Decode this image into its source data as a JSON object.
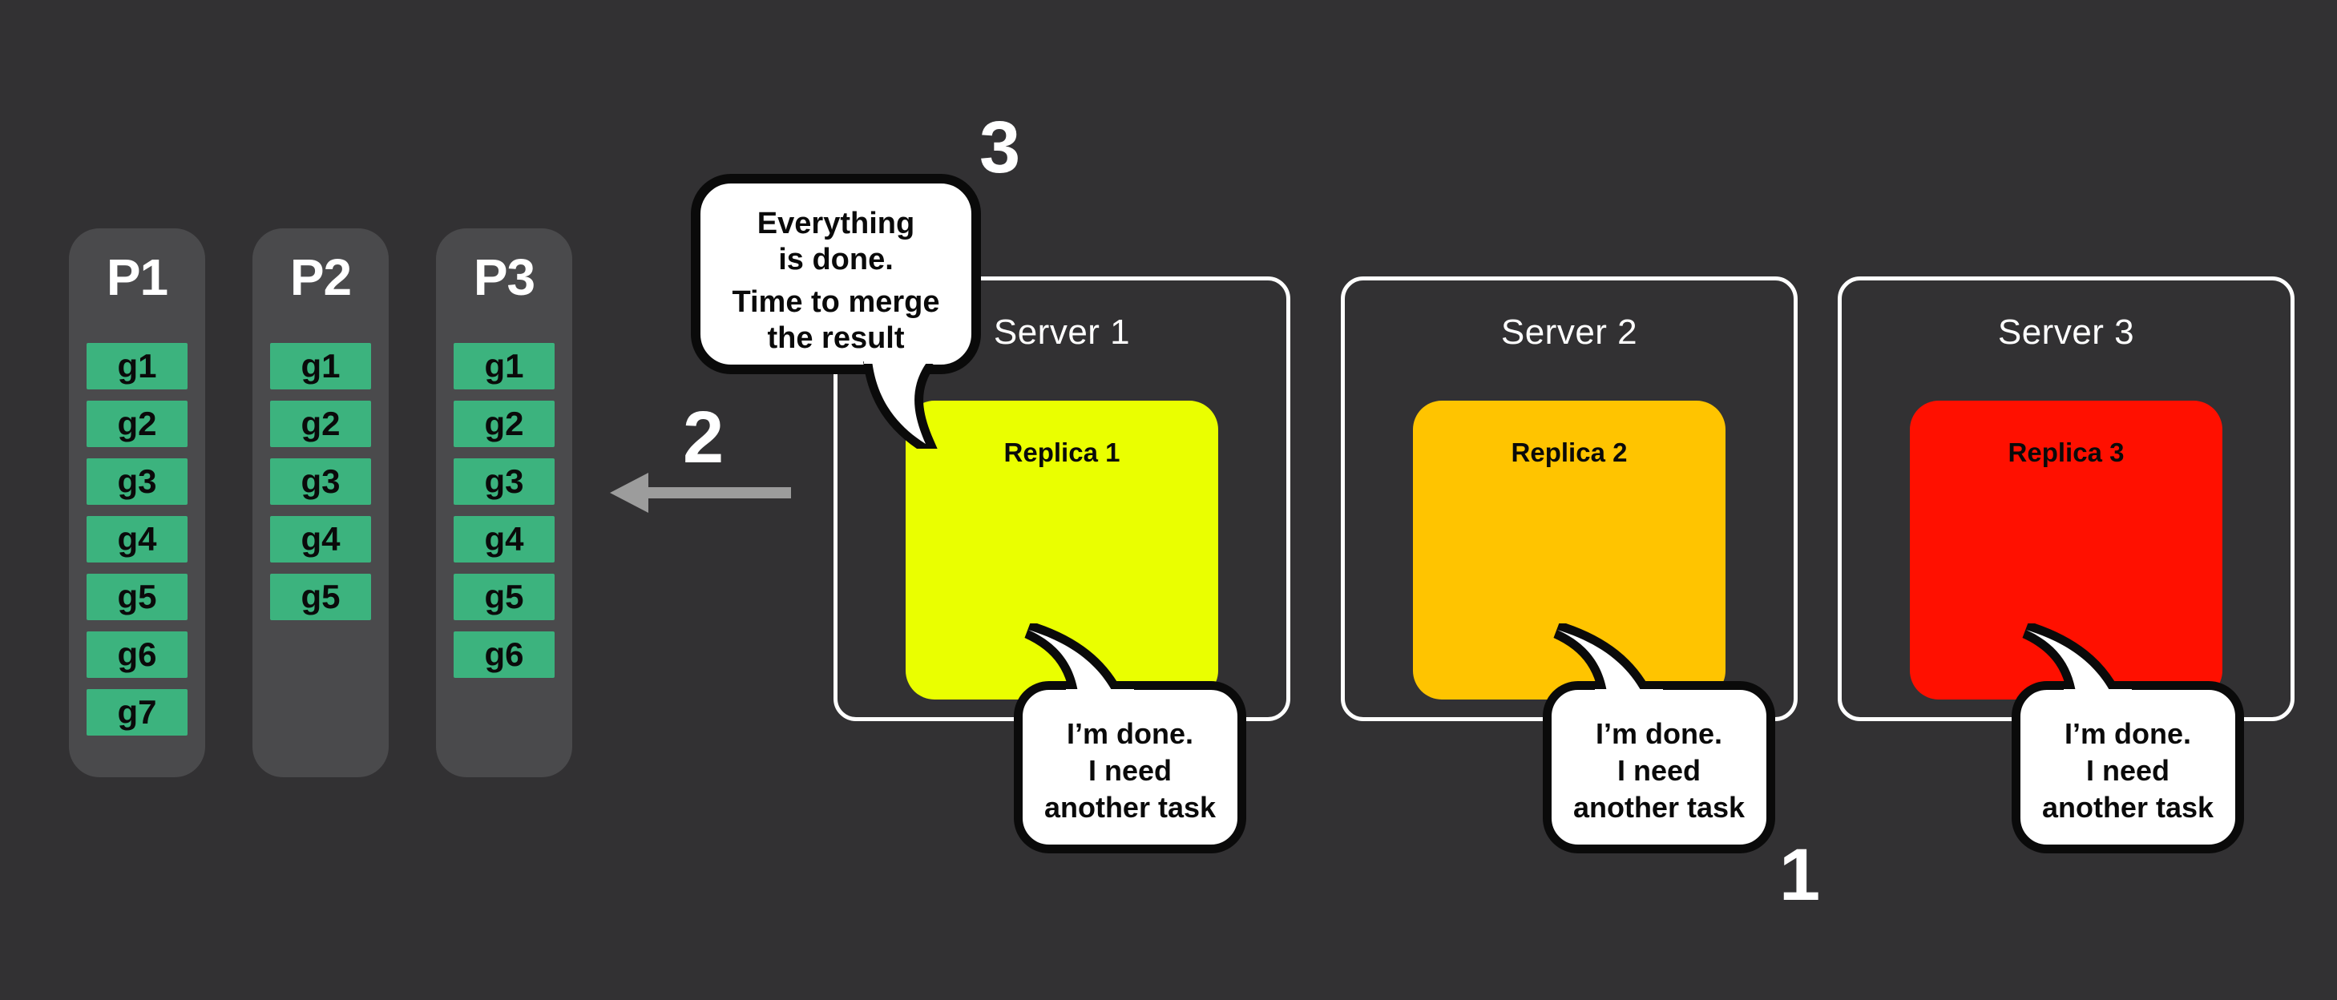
{
  "background_color": "#323133",
  "panel_color": "#4A4A4C",
  "task_color": "#3CB37E",
  "arrow_color": "#9C9C9C",
  "partitions": [
    {
      "label": "P1",
      "tasks": [
        "g1",
        "g2",
        "g3",
        "g4",
        "g5",
        "g6",
        "g7"
      ]
    },
    {
      "label": "P2",
      "tasks": [
        "g1",
        "g2",
        "g3",
        "g4",
        "g5"
      ]
    },
    {
      "label": "P3",
      "tasks": [
        "g1",
        "g2",
        "g3",
        "g4",
        "g5",
        "g6"
      ]
    }
  ],
  "servers": [
    {
      "title": "Server 1",
      "replica": {
        "label": "Replica 1",
        "color": "#EAFF00"
      }
    },
    {
      "title": "Server 2",
      "replica": {
        "label": "Replica 2",
        "color": "#FFC400"
      }
    },
    {
      "title": "Server 3",
      "replica": {
        "label": "Replica 3",
        "color": "#FF1000"
      }
    }
  ],
  "merge_bubble": {
    "lines": [
      "Everything",
      "is done.",
      "Time to merge",
      "the result"
    ]
  },
  "done_bubble": {
    "lines": [
      "I’m done.",
      "I need",
      "another task"
    ]
  },
  "step_labels": {
    "step1": "1",
    "step2": "2",
    "step3": "3"
  }
}
